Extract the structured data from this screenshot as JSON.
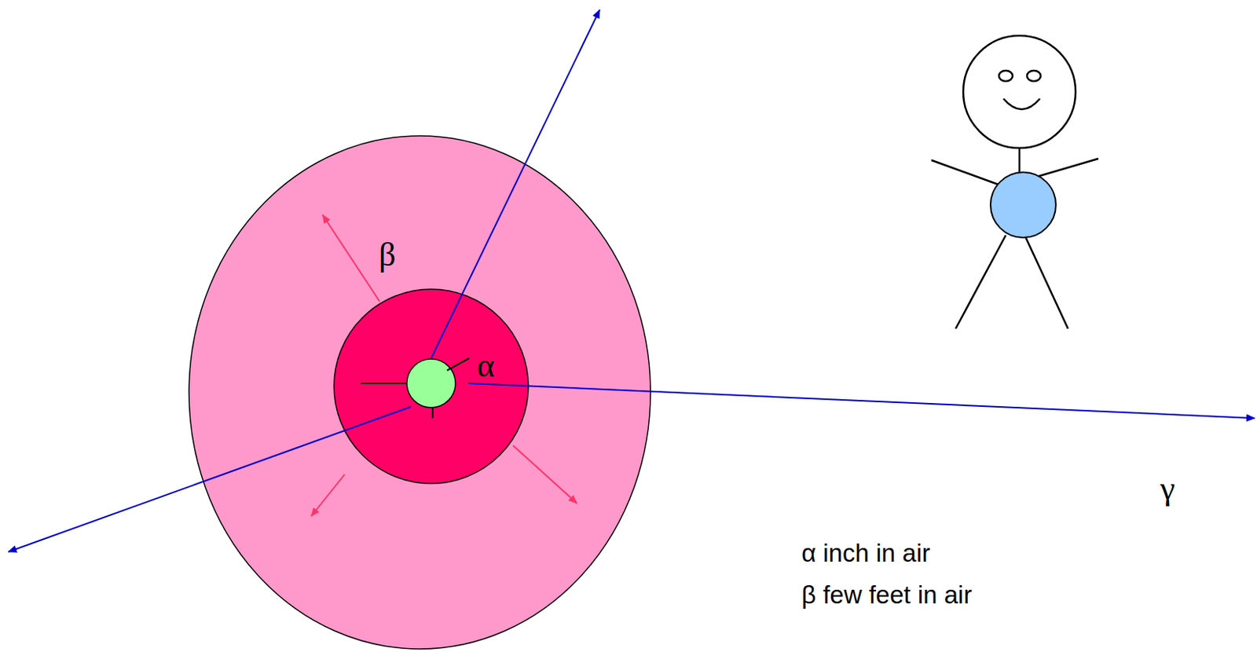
{
  "diagram": {
    "labels": [
      "β",
      "α",
      "γ",
      "α inch in air",
      "β few feet in air"
    ]
  }
}
